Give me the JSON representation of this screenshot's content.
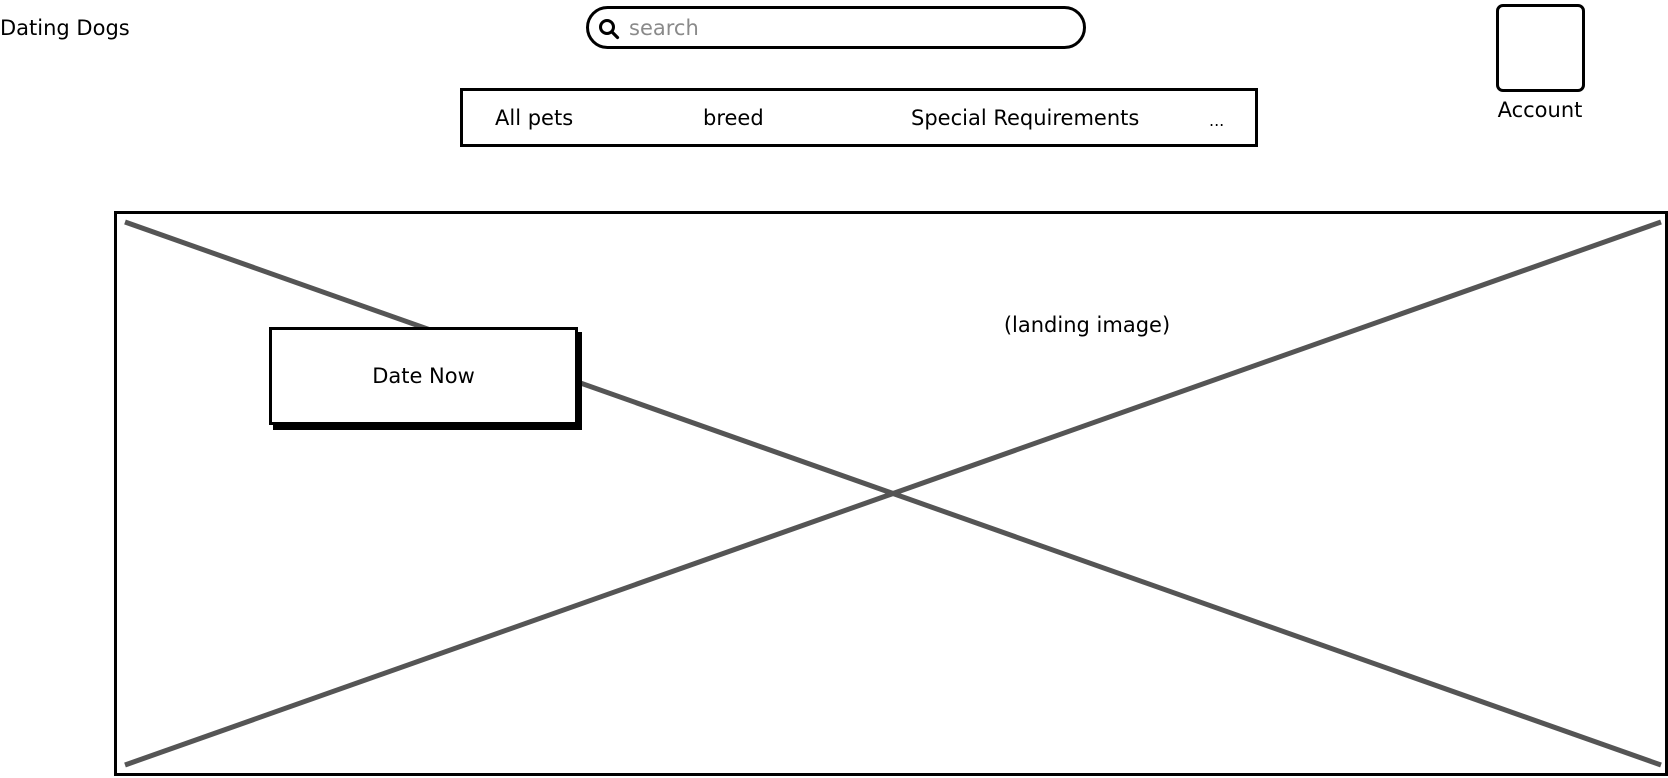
{
  "header": {
    "app_title": "Dating Dogs",
    "search": {
      "placeholder": "search",
      "value": "",
      "icon": "search-icon"
    },
    "account": {
      "label": "Account",
      "icon": "avatar-placeholder"
    }
  },
  "nav": {
    "items": [
      {
        "label": "All pets"
      },
      {
        "label": "breed"
      },
      {
        "label": "Special Requirements"
      },
      {
        "label": "..."
      }
    ]
  },
  "hero": {
    "caption": "(landing image)",
    "cta_label": "Date Now",
    "placeholder_line_color": "#555555"
  }
}
